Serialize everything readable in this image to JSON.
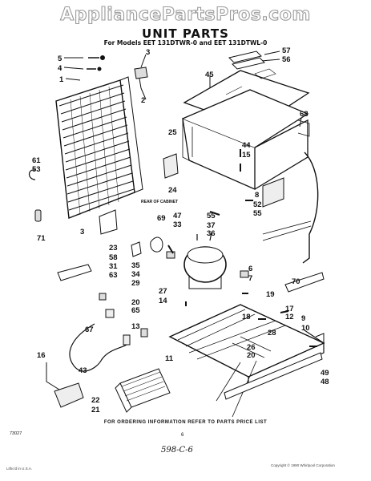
{
  "watermark": "AppliancePartsPros.com",
  "title": "UNIT PARTS",
  "subtitle": "For Models EET 131DTWR-0 and EET 131DTWL-0",
  "rear_label": "REAR OF CABINET",
  "order_note": "FOR ORDERING INFORMATION REFER TO PARTS PRICE LIST",
  "page_number": "6",
  "handwritten": "598-C-6",
  "drawing_code": "73027",
  "footer_left": "Litho'd in U.S.A.",
  "footer_right": "Copyright © 1990 Whirlpool Corporation",
  "callouts": {
    "c1": "1",
    "c2": "2",
    "c3": "3",
    "c3b": "3",
    "c4": "4",
    "c5": "5",
    "c6": "6",
    "c7": "7",
    "c8": "8",
    "c9": "9",
    "c10": "10",
    "c11": "11",
    "c12": "12",
    "c13": "13",
    "c14": "14",
    "c15": "15",
    "c16": "16",
    "c17": "17",
    "c18": "18",
    "c19": "19",
    "c20a": "20",
    "c20b": "20",
    "c21": "21",
    "c22": "22",
    "c23": "23",
    "c24": "24",
    "c25": "25",
    "c26": "26",
    "c27": "27",
    "c28": "28",
    "c29": "29",
    "c31": "31",
    "c33": "33",
    "c34": "34",
    "c35": "35",
    "c36": "36",
    "c37": "37",
    "c43": "43",
    "c44": "44",
    "c45": "45",
    "c47": "47",
    "c48": "48",
    "c49": "49",
    "c52": "52",
    "c53": "53",
    "c55a": "55",
    "c55b": "55",
    "c56": "56",
    "c57": "57",
    "c58": "58",
    "c61": "61",
    "c63": "63",
    "c65": "65",
    "c67": "67",
    "c68": "68",
    "c69": "69",
    "c70": "70",
    "c71": "71"
  }
}
